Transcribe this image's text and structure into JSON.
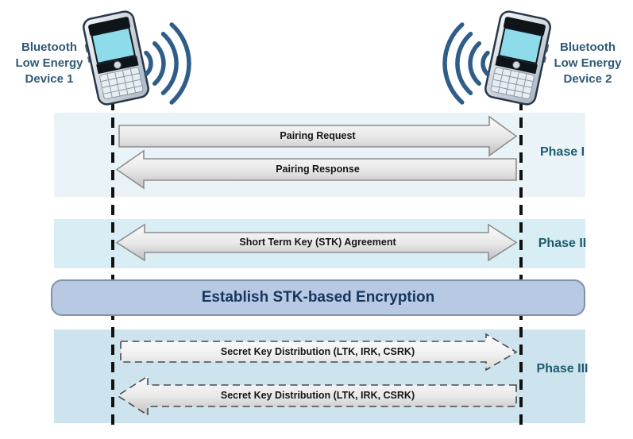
{
  "diagram": {
    "devices": [
      {
        "lines": [
          "Bluetooth",
          "Low Energy",
          "Device 1"
        ]
      },
      {
        "lines": [
          "Bluetooth",
          "Low Energy",
          "Device 2"
        ]
      }
    ],
    "phases": [
      {
        "label": "Phase I",
        "messages": [
          {
            "text": "Pairing Request",
            "direction": "right",
            "line_style": "solid"
          },
          {
            "text": "Pairing Response",
            "direction": "left",
            "line_style": "solid"
          }
        ]
      },
      {
        "label": "Phase II",
        "messages": [
          {
            "text": "Short Term Key (STK) Agreement",
            "direction": "both",
            "line_style": "solid"
          }
        ]
      },
      {
        "label": "Phase III",
        "messages": [
          {
            "text": "Secret Key Distribution (LTK, IRK, CSRK)",
            "direction": "right",
            "line_style": "dashed"
          },
          {
            "text": "Secret Key Distribution (LTK, IRK, CSRK)",
            "direction": "left",
            "line_style": "dashed"
          }
        ]
      }
    ],
    "encryption_step": {
      "label": "Establish STK-based Encryption"
    },
    "colors": {
      "phase1_band": "#eaf3f7",
      "phase2_band": "#d9edf4",
      "phase3_band": "#cde4ee",
      "encryption_box_fill": "#b7c9e3",
      "encryption_box_border": "#8193a9",
      "encryption_text": "#17365d",
      "device_label_text": "#2e5a78",
      "phase_label_text": "#1d5c6e",
      "signal_waves": "#2f5d8a",
      "phone_screen": "#8edbea",
      "lifeline": "#111111"
    }
  }
}
